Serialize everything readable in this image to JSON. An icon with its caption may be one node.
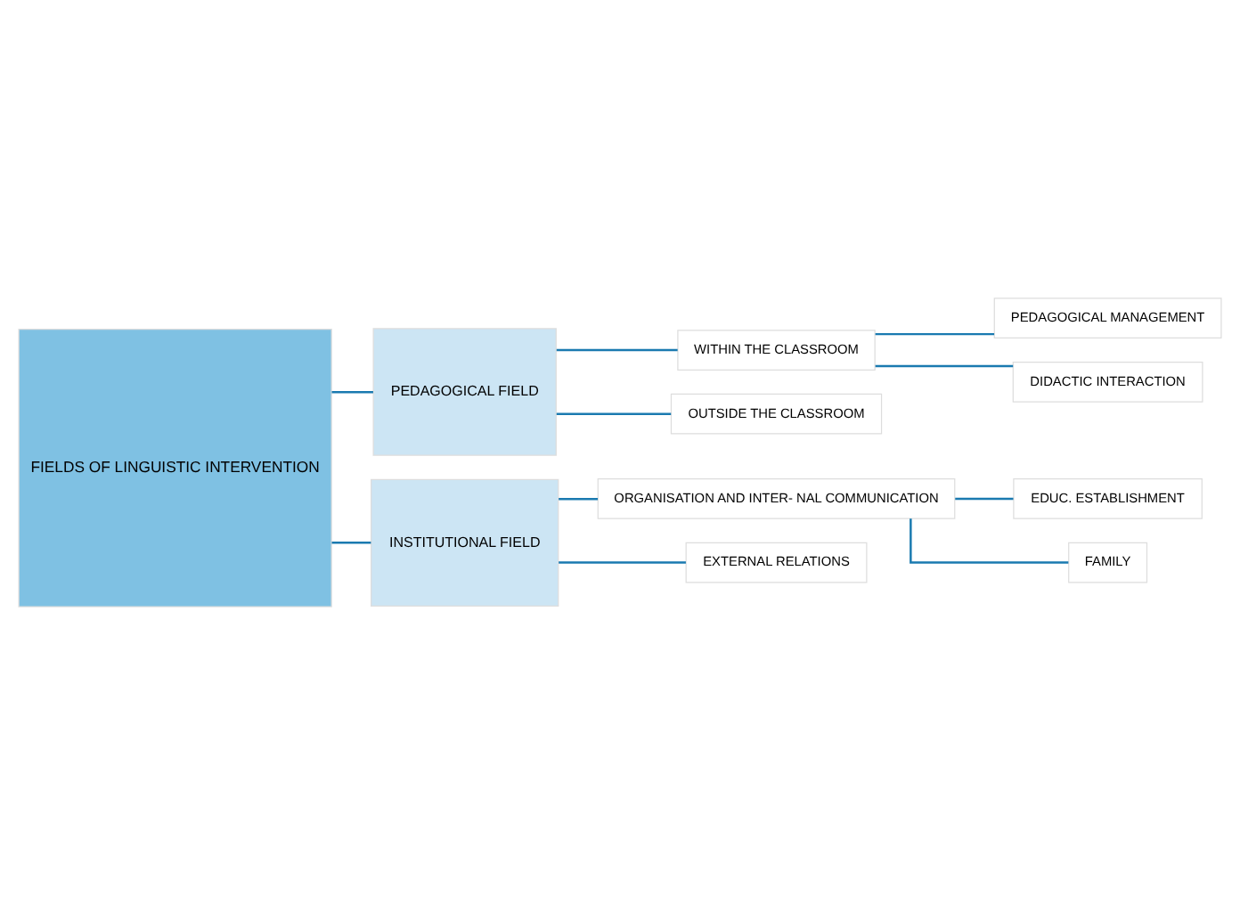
{
  "diagram": {
    "nodes": [
      {
        "text": [
          "FIELDS OF LINGUISTIC INTERVENTION"
        ]
      },
      {
        "text": [
          "PEDAGOGICAL FIELD"
        ]
      },
      {
        "text": [
          "WITHIN THE CLASSROOM"
        ]
      },
      {
        "text": [
          "OUTSIDE THE CLASSROOM"
        ]
      },
      {
        "text": [
          "PEDAGOGICAL MANAGEMENT"
        ]
      },
      {
        "text": [
          "DIDACTIC INTERACTION"
        ]
      },
      {
        "text": [
          "INSTITUTIONAL FIELD"
        ]
      },
      {
        "text": [
          "ORGANISATION AND INTER- NAL COMMUNICATION"
        ]
      },
      {
        "text": [
          "EXTERNAL RELATIONS"
        ]
      },
      {
        "text": [
          "EDUC. ESTABLISHMENT"
        ]
      },
      {
        "text": [
          "FAMILY"
        ]
      }
    ],
    "edges": [
      {
        "from": 0,
        "to": 1,
        "arrow": "none"
      },
      {
        "from": 0,
        "to": 6,
        "arrow": "none"
      },
      {
        "from": 1,
        "to": 2,
        "arrow": "none"
      },
      {
        "from": 1,
        "to": 3,
        "arrow": "none"
      },
      {
        "from": 2,
        "to": 4,
        "arrow": "none"
      },
      {
        "from": 2,
        "to": 5,
        "arrow": "none"
      },
      {
        "from": 6,
        "to": 7,
        "arrow": "none"
      },
      {
        "from": 6,
        "to": 8,
        "arrow": "none"
      },
      {
        "from": 7,
        "to": 9,
        "arrow": "none"
      },
      {
        "from": 7,
        "to": 10,
        "arrow": "none"
      }
    ]
  }
}
